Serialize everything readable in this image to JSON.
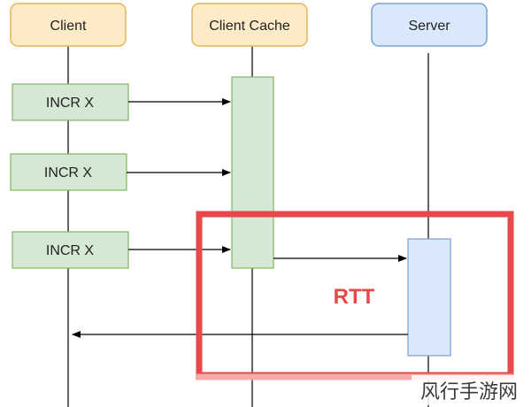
{
  "participants": {
    "client": "Client",
    "client_cache": "Client Cache",
    "server": "Server"
  },
  "commands": [
    {
      "label": "INCR X"
    },
    {
      "label": "INCR X"
    },
    {
      "label": "INCR X"
    }
  ],
  "rtt_label": "RTT",
  "watermark": "风行手游网",
  "colors": {
    "orange_fill": "#fdebc8",
    "orange_stroke": "#e5b45b",
    "blue_fill": "#dae8fc",
    "blue_stroke": "#7a9fd1",
    "green_fill": "#d5e8d4",
    "green_stroke": "#82b366",
    "rtt_red": "#e8484a"
  }
}
